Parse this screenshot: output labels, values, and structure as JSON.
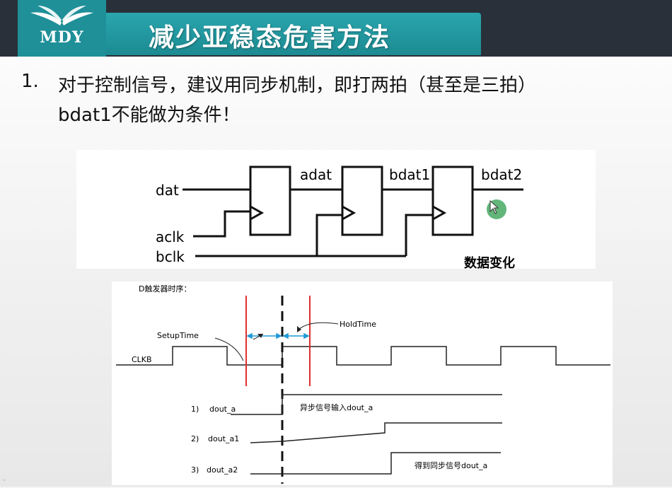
{
  "logo": {
    "text": "MDY"
  },
  "title": "减少亚稳态危害方法",
  "body": {
    "number": "1.",
    "line1": "对于控制信号，建议用同步机制，即打两拍（甚至是三拍）",
    "line2": "bdat1不能做为条件！"
  },
  "circuit": {
    "labels": {
      "dat": "dat",
      "aclk": "aclk",
      "bclk": "bclk",
      "adat": "adat",
      "bdat1": "bdat1",
      "bdat2": "bdat2",
      "note": "数据变化"
    }
  },
  "timing": {
    "heading": "D触发器时序：",
    "setup_label": "SetupTime",
    "hold_label": "HoldTime",
    "clk_label": "CLKB",
    "rows": [
      {
        "num": "1)",
        "name": "dout_a"
      },
      {
        "num": "2)",
        "name": "dout_a1"
      },
      {
        "num": "3)",
        "name": "dout_a2"
      }
    ],
    "annotation_async": "异步信号输入dout_a",
    "annotation_sync": "得到同步信号dout_a"
  },
  "colors": {
    "title_bar": "#1c8a92",
    "header_dark": "#29303a",
    "marker_red": "#e03030",
    "arrow_blue": "#1e9ad6",
    "cursor_green": "#2e9e4e"
  },
  "icons": {
    "cursor": "pointer-cursor-icon",
    "logo": "book-logo-icon"
  }
}
